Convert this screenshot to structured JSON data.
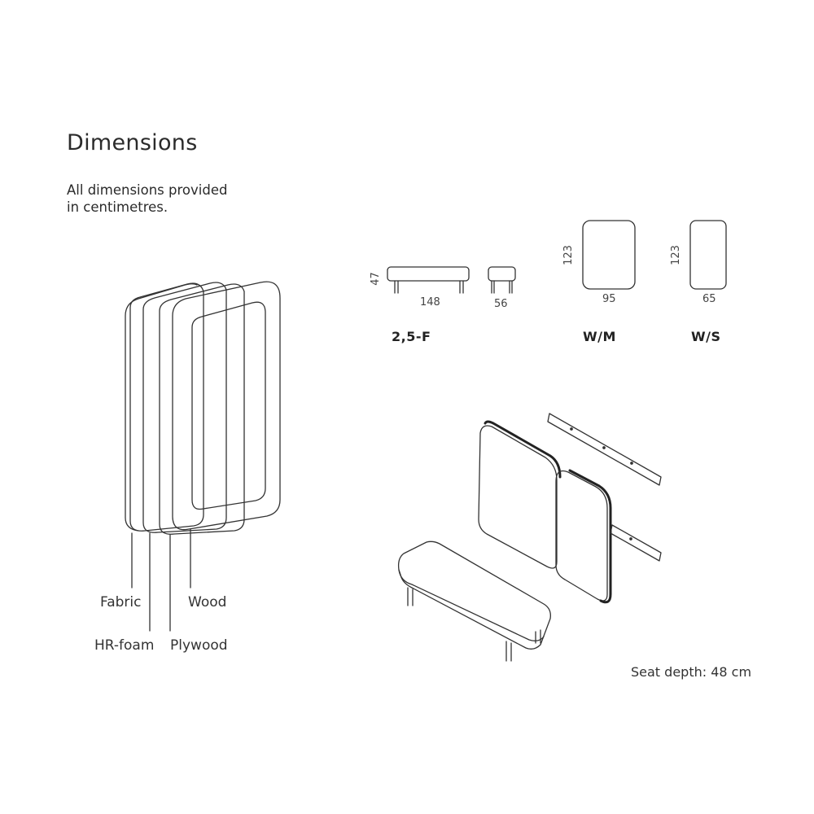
{
  "header": {
    "title": "Dimensions",
    "subtitle_line1": "All dimensions provided",
    "subtitle_line2": "in centimetres."
  },
  "products": [
    {
      "code": "2,5-F",
      "width": "148",
      "height": "47",
      "depth": "56"
    },
    {
      "code": "W/M",
      "width": "95",
      "height": "123"
    },
    {
      "code": "W/S",
      "width": "65",
      "height": "123"
    }
  ],
  "layers": {
    "fabric": "Fabric",
    "hr_foam": "HR-foam",
    "plywood": "Plywood",
    "wood": "Wood"
  },
  "seat_depth": "Seat depth: 48 cm"
}
